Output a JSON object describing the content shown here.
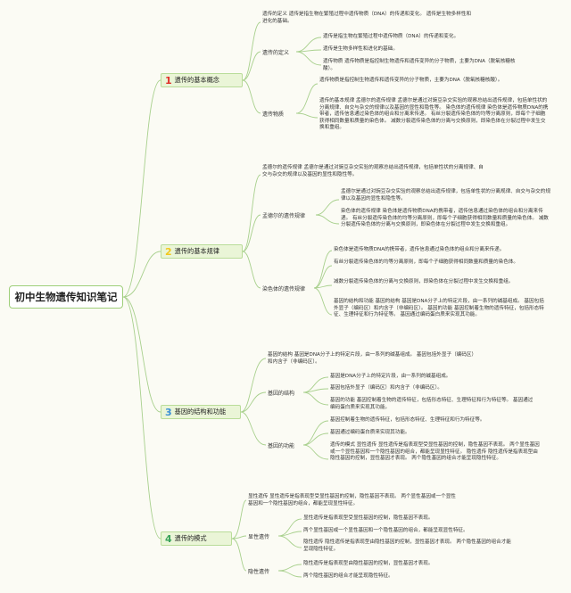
{
  "root": "初中生物遗传知识笔记",
  "colors": {
    "line": "#a8d08d",
    "main_bg": "#eaf5d7",
    "num1": "#e0302a",
    "num2": "#f2c81d",
    "num3": "#3a8fd6",
    "num4": "#3aa35a"
  },
  "b1": {
    "num": "1",
    "label": "遗传的基本概念",
    "intro": "遗传的定义 遗传是指生物在繁殖过程中遗传物质（DNA）的传递和变化。 遗传是生物多样性和进化的基础。",
    "sub1": "遗传的定义",
    "s1l1": "遗传是指生物在繁殖过程中遗传物质（DNA）的传递和变化。",
    "s1l2": "遗传是生物多样性和进化的基础。",
    "s1l3": "遗传物质 遗传物质是指控制生物遗传和遗传变异的分子物质，主要为DNA（脱氧核糖核酸）。",
    "sub2": "遗传物质",
    "s2l1": "遗传物质是指控制生物遗传和遗传变异的分子物质，主要为DNA（脱氧核糖核酸）。",
    "s2l2": "遗传的基本规律 孟德尔的遗传规律 孟德尔是通过对豌豆杂交实验的观察总结出遗传规律，包括单性状的分离规律、自交与杂交的规律以及基因的显性和隐性等。 染色体的遗传规律 染色体是遗传物质DNA的携带者，遗传信息通过染色体的组合和分离来传递。 有丝分裂遗传染色体的均等分离原则，即每个子细胞获得相同数量和质量的染色体。 减数分裂遗传染色体的分离与交换原则，即染色体在分裂过程中发生交换和重组。"
  },
  "b2": {
    "num": "2",
    "label": "遗传的基本规律",
    "intro": "孟德尔的遗传规律 孟德尔是通过对豌豆杂交实验的观察总结出遗传规律，包括单性状的分离规律、自交与杂交的规律以及基因的显性和隐性等。",
    "sub1": "孟德尔的遗传规律",
    "s1l1": "孟德尔是通过对豌豆杂交实验的观察总结出遗传规律，包括单性状的分离规律、自交与杂交的规律以及基因的显性和隐性等。",
    "s1l2": "染色体的遗传规律 染色体是遗传物质DNA的携带者，遗传信息通过染色体的组合和分离来传递。 有丝分裂遗传染色体的均等分离原则，即每个子细胞获得相同数量和质量的染色体。 减数分裂遗传染色体的分离与交换原则，即染色体在分裂过程中发生交换和重组。",
    "sub2": "染色体的遗传规律",
    "s2l1": "染色体是遗传物质DNA的携带者，遗传信息通过染色体的组合和分离来传递。",
    "s2l2": "有丝分裂遗传染色体的均等分离原则，即每个子细胞获得相同数量和质量的染色体。",
    "s2l3": "减数分裂遗传染色体的分离与交换原则，即染色体在分裂过程中发生交换和重组。",
    "s2l4": "基因的结构和功能 基因的结构 基因是DNA分子上的特定片段，由一系列的碱基组成。 基因包括外显子（编码区）和内含子（非编码区）。 基因的功能 基因控制着生物的遗传特征，包括形态特征、生理特征和行为特征等。 基因通过编码蛋白质来实现其功能。"
  },
  "b3": {
    "num": "3",
    "label": "基因的结构和功能",
    "intro": "基因的结构 基因是DNA分子上的特定片段，由一系列的碱基组成。 基因包括外显子（编码区）和内含子（非编码区）。",
    "sub1": "基因的结构",
    "s1l1": "基因是DNA分子上的特定片段，由一系列的碱基组成。",
    "s1l2": "基因包括外显子（编码区）和内含子（非编码区）。",
    "s1l3": "基因的功能 基因控制着生物的遗传特征，包括形态特征、生理特征和行为特征等。 基因通过编码蛋白质来实现其功能。",
    "sub2": "基因的功能",
    "s2l1": "基因控制着生物的遗传特征，包括形态特征、生理特征和行为特征等。",
    "s2l2": "基因通过编码蛋白质来实现其功能。",
    "s2l3": "遗传的模式 显性遗传 显性遗传是指表现型受显性基因的控制，隐性基因不表现。 两个显性基因或一个显性基因和一个隐性基因的组合，都能呈现显性特征。 隐性遗传 隐性遗传是指表现型由隐性基因的控制，显性基因才表现。 两个隐性基因的组合才能呈现隐性特征。"
  },
  "b4": {
    "num": "4",
    "label": "遗传的模式",
    "intro": "显性遗传 显性遗传是指表现型受显性基因的控制，隐性基因不表现。 两个显性基因或一个显性基因和一个隐性基因的组合，都能呈现显性特征。",
    "sub1": "显性遗传",
    "s1l1": "显性遗传是指表现型受显性基因的控制，隐性基因不表现。",
    "s1l2": "两个显性基因或一个显性基因和一个隐性基因的组合，都能呈现显性特征。",
    "s1l3": "隐性遗传 隐性遗传是指表现型由隐性基因的控制，显性基因才表现。 两个隐性基因的组合才能呈现隐性特征。",
    "sub2": "隐性遗传",
    "s2l1": "隐性遗传是指表现型由隐性基因的控制，显性基因才表现。",
    "s2l2": "两个隐性基因的组合才能呈现隐性特征。"
  }
}
